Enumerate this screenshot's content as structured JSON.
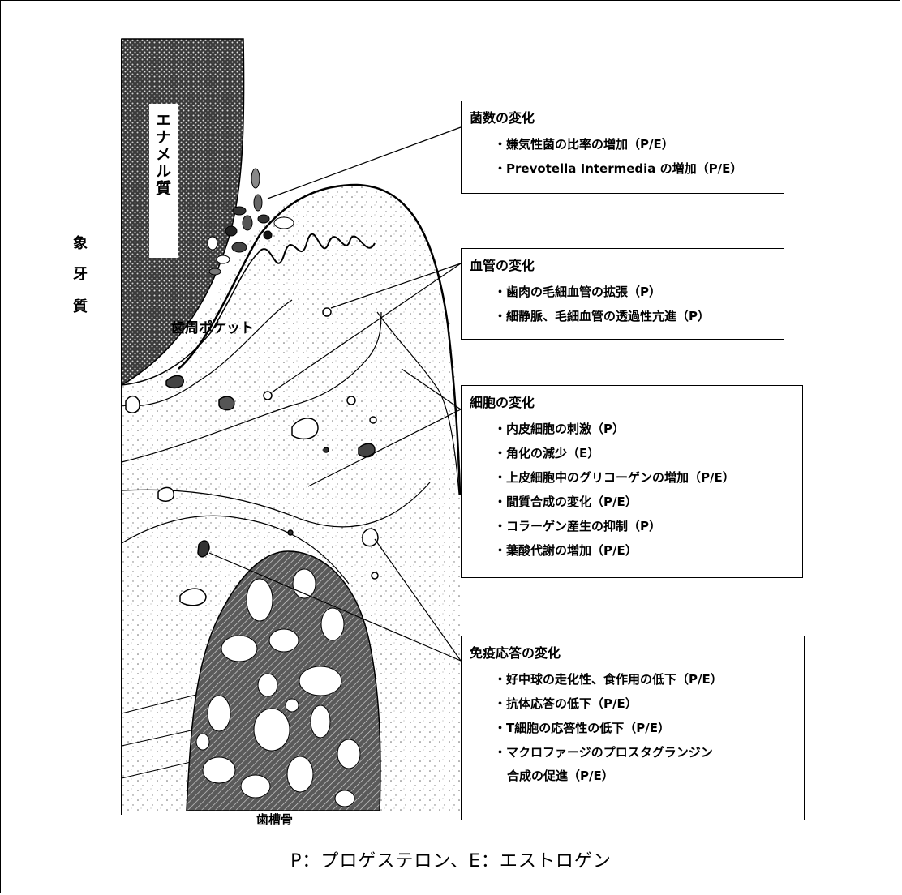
{
  "labels": {
    "dentin": [
      "象",
      "牙",
      "質"
    ],
    "enamel": "エナメル質",
    "pocket": "歯周ポケット",
    "bone": "歯槽骨"
  },
  "boxes": {
    "bacteria": {
      "title": "菌数の変化",
      "items": [
        "・嫌気性菌の比率の増加（P/E）",
        "・Prevotella Intermedia の増加（P/E）"
      ]
    },
    "vessels": {
      "title": "血管の変化",
      "items": [
        "・歯肉の毛細血管の拡張（P）",
        "・細静脈、毛細血管の透過性亢進（P）"
      ]
    },
    "cells": {
      "title": "細胞の変化",
      "items": [
        "・内皮細胞の刺激（P）",
        "・角化の減少（E）",
        "・上皮細胞中のグリコーゲンの増加（P/E）",
        "・間質合成の変化（P/E）",
        "・コラーゲン産生の抑制（P）",
        "・葉酸代謝の増加（P/E）"
      ]
    },
    "immune": {
      "title": "免疫応答の変化",
      "items": [
        "・好中球の走化性、食作用の低下（P/E）",
        "・抗体応答の低下（P/E）",
        "・T細胞の応答性の低下（P/E）",
        "・マクロファージのプロスタグランジン"
      ],
      "continuation": "合成の促進（P/E）"
    }
  },
  "legend": "P：プロゲステロン、E：エストロゲン",
  "colors": {
    "ink": "#000000",
    "paper": "#ffffff"
  }
}
